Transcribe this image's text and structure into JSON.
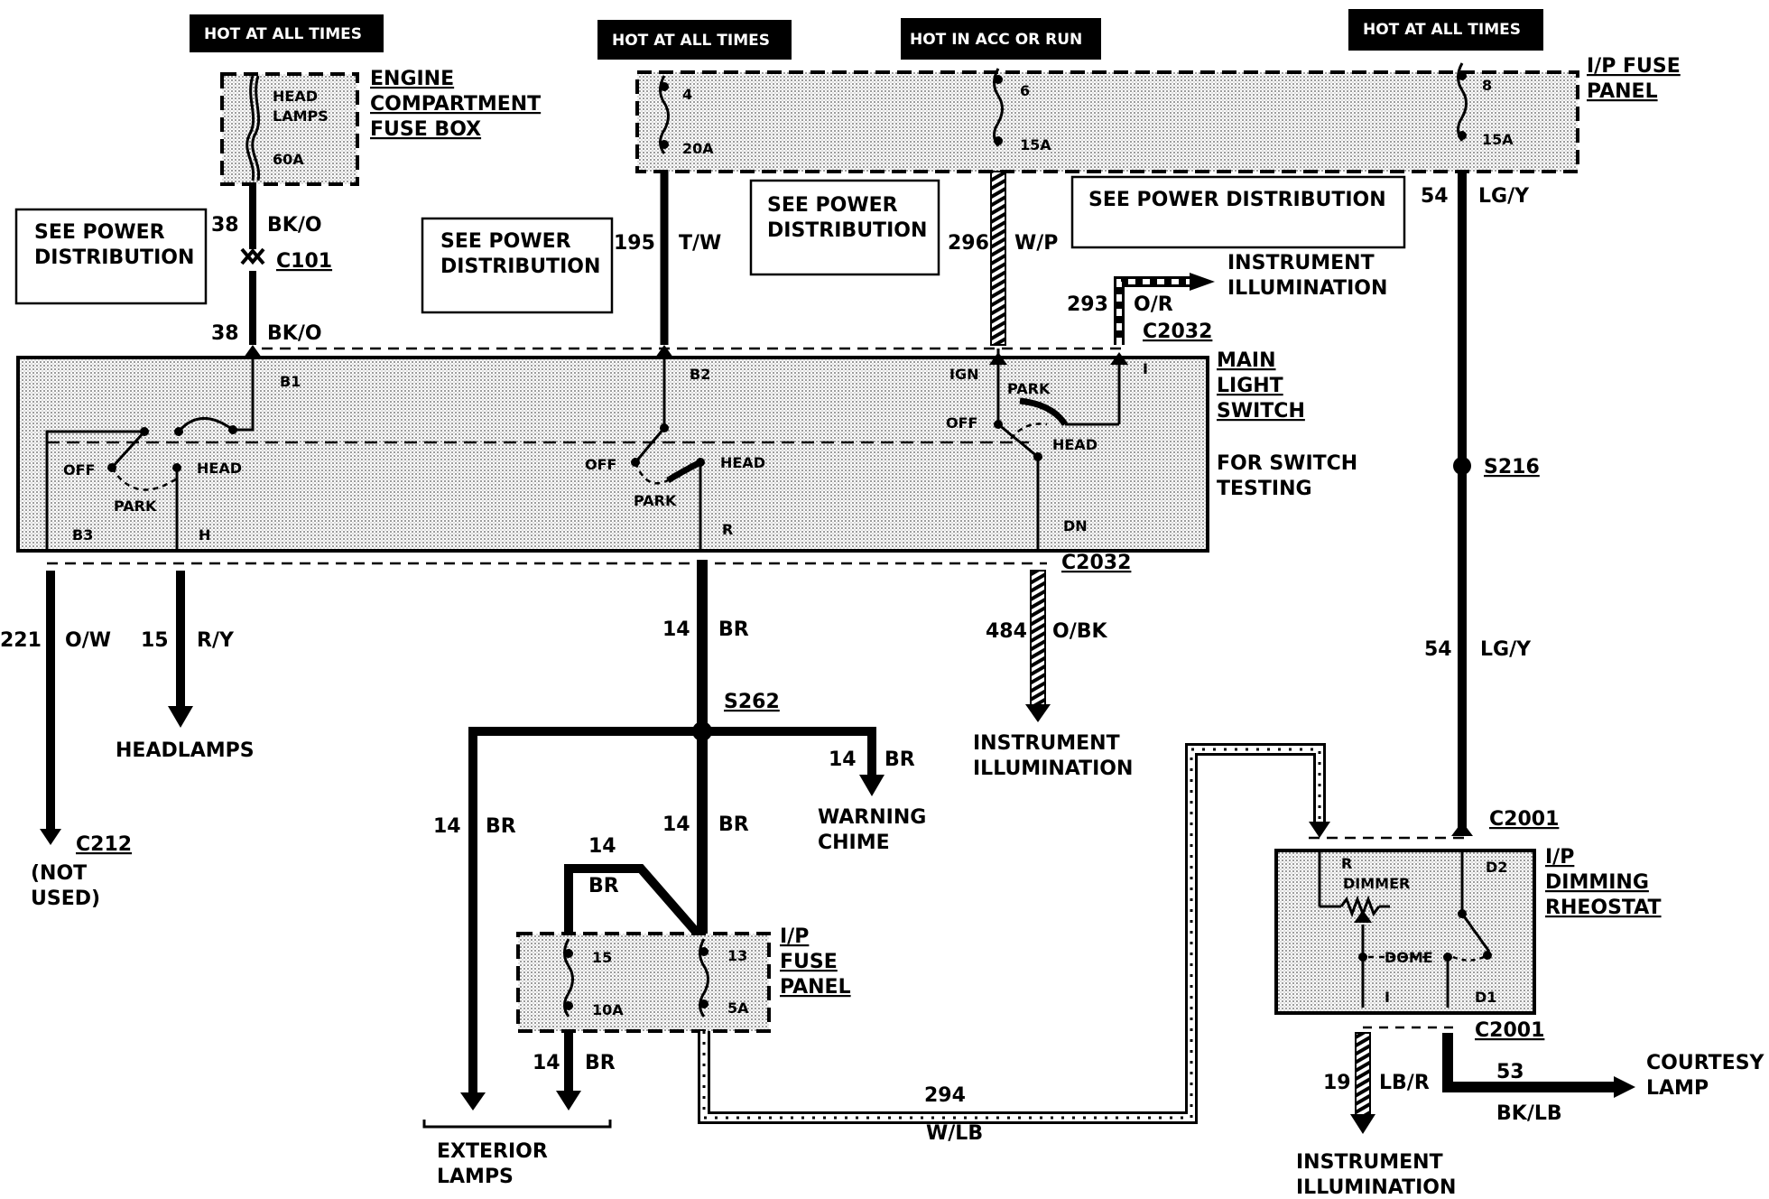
{
  "hot_tags": {
    "t1": "HOT AT ALL TIMES",
    "t2": "HOT AT ALL TIMES",
    "t3": "HOT IN ACC OR RUN",
    "t4": "HOT AT ALL TIMES"
  },
  "engine_fuse_box": {
    "fuse_name_1": "HEAD",
    "fuse_name_2": "LAMPS",
    "rating": "60A",
    "label_1": "ENGINE",
    "label_2": "COMPARTMENT",
    "label_3": "FUSE BOX"
  },
  "ip_fuse_panel_top": {
    "label_1": "I/P FUSE",
    "label_2": "PANEL",
    "fuse4": "4",
    "fuse4_rating": "20A",
    "fuse6": "6",
    "fuse6_rating": "15A",
    "fuse8": "8",
    "fuse8_rating": "15A"
  },
  "power_dist": {
    "a1": "SEE POWER",
    "a2": "DISTRIBUTION",
    "b1": "SEE POWER",
    "b2": "DISTRIBUTION",
    "c1": "SEE POWER",
    "c2": "DISTRIBUTION",
    "d1": "SEE POWER DISTRIBUTION"
  },
  "wires": {
    "w38a_num": "38",
    "w38a_color": "BK/O",
    "c101": "C101",
    "w38b_num": "38",
    "w38b_color": "BK/O",
    "w195_num": "195",
    "w195_color": "T/W",
    "w296_num": "296",
    "w296_color": "W/P",
    "w293_num": "293",
    "w293_color": "O/R",
    "c2032_top": "C2032",
    "w54a_num": "54",
    "w54a_color": "LG/Y",
    "s216": "S216",
    "w54b_num": "54",
    "w54b_color": "LG/Y",
    "c2032_bot": "C2032",
    "w221_num": "221",
    "w221_color": "O/W",
    "w15_num": "15",
    "w15_color": "R/Y",
    "w14a_num": "14",
    "w14a_color": "BR",
    "s262": "S262",
    "w484_num": "484",
    "w484_color": "O/BK",
    "w14b_num": "14",
    "w14b_color": "BR",
    "w14c_num": "14",
    "w14c_color": "BR",
    "w14d_num": "14",
    "w14d_color": "BR",
    "w14e_num": "14",
    "w14e_color": "BR",
    "w14f_num": "14",
    "w14f_color": "BR",
    "c212": "C212",
    "c2001_top": "C2001",
    "c2001_bot": "C2001",
    "w294_num": "294",
    "w294_color": "W/LB",
    "w19_num": "19",
    "w19_color": "LB/R",
    "w53_num": "53",
    "w53_color": "BK/LB"
  },
  "destinations": {
    "instr_illum_top_1": "INSTRUMENT",
    "instr_illum_top_2": "ILLUMINATION",
    "headlamps": "HEADLAMPS",
    "not_used_1": "(NOT",
    "not_used_2": "USED)",
    "warning_1": "WARNING",
    "warning_2": "CHIME",
    "instr_illum_mid_1": "INSTRUMENT",
    "instr_illum_mid_2": "ILLUMINATION",
    "exterior_1": "EXTERIOR",
    "exterior_2": "LAMPS",
    "instr_illum_bot_1": "INSTRUMENT",
    "instr_illum_bot_2": "ILLUMINATION",
    "courtesy_1": "COURTESY",
    "courtesy_2": "LAMP"
  },
  "main_switch": {
    "label_1": "MAIN",
    "label_2": "LIGHT",
    "label_3": "SWITCH",
    "note_1": "FOR SWITCH",
    "note_2": "TESTING",
    "b1": "B1",
    "b2": "B2",
    "b3": "B3",
    "h": "H",
    "r": "R",
    "ign": "IGN",
    "i": "I",
    "dn": "DN",
    "off1": "OFF",
    "park1": "PARK",
    "head1": "HEAD",
    "off2": "OFF",
    "park2": "PARK",
    "head2": "HEAD",
    "park3": "PARK",
    "off3": "OFF",
    "head3": "HEAD"
  },
  "ip_fuse_panel_low": {
    "label_1": "I/P",
    "label_2": "FUSE",
    "label_3": "PANEL",
    "fuse15": "15",
    "fuse15_rating": "10A",
    "fuse13": "13",
    "fuse13_rating": "5A"
  },
  "rheostat": {
    "label_1": "I/P",
    "label_2": "DIMMING",
    "label_3": "RHEOSTAT",
    "r": "R",
    "dimmer": "DIMMER",
    "d2": "D2",
    "dome": "DOME",
    "i": "I",
    "d1": "D1"
  }
}
